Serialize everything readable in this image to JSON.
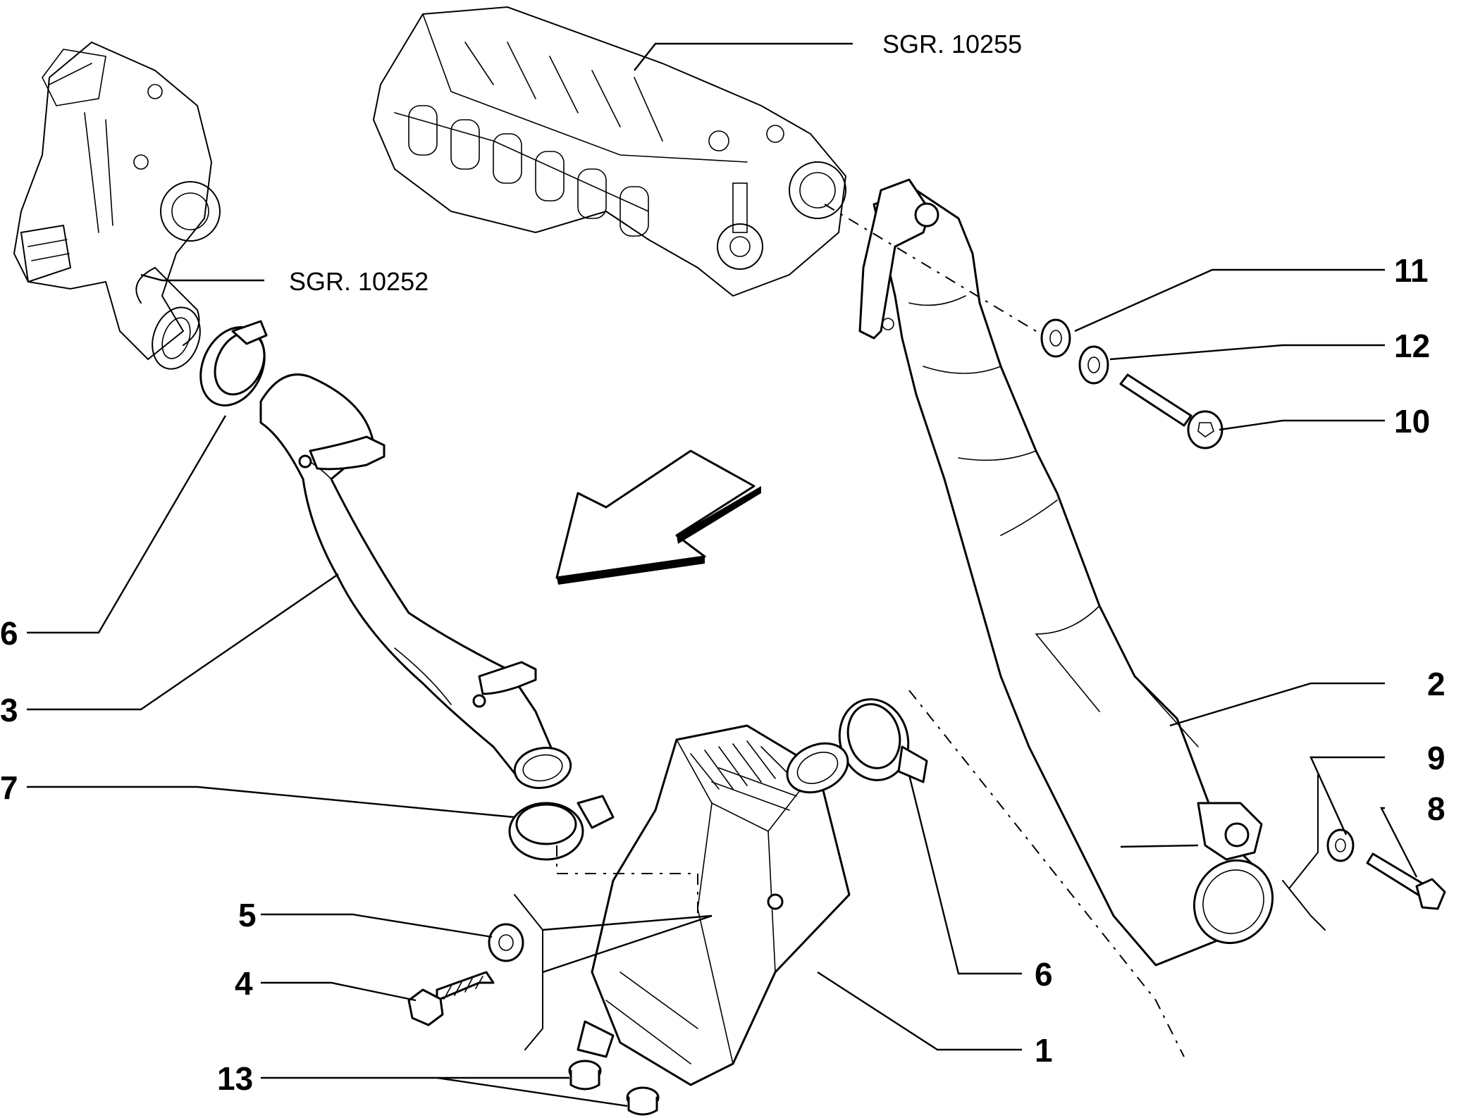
{
  "references": {
    "manifold": "SGR. 10255",
    "turbo": "SGR. 10252"
  },
  "callouts": {
    "c1": "1",
    "c2": "2",
    "c3": "3",
    "c4": "4",
    "c5": "5",
    "c6_left": "6",
    "c6_right": "6",
    "c7": "7",
    "c8": "8",
    "c9": "9",
    "c10": "10",
    "c11": "11",
    "c12": "12",
    "c13": "13"
  },
  "icons": {
    "direction": "forward-arrow-icon"
  }
}
